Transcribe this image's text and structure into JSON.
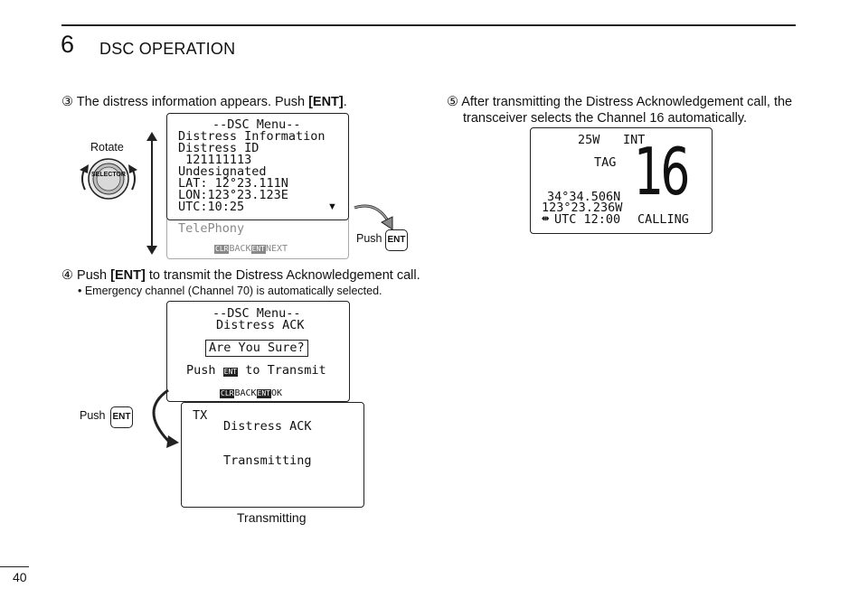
{
  "header": {
    "chapter_number": "6",
    "chapter_title": "DSC OPERATION"
  },
  "steps": {
    "s3": {
      "marker": "③",
      "text": "The distress information appears. Push ",
      "key": "[ENT]",
      "end": "."
    },
    "s4": {
      "marker": "④",
      "text_pre": "Push ",
      "key": "[ENT]",
      "text_post": " to transmit the Distress Acknowledgement call.",
      "note": "• Emergency channel (Channel 70) is automatically selected."
    },
    "s5": {
      "marker": "⑤",
      "line1": "After transmitting the Distress Acknowledgement call, the",
      "line2": "transceiver selects the Channel 16 automatically."
    }
  },
  "display1": {
    "lines": [
      "--DSC Menu--",
      "Distress Information",
      "Distress ID",
      " 121111113",
      "Undesignated",
      "LAT: 12°23.111N",
      "LON:123°23.123E",
      "UTC:10:25"
    ],
    "scroll_arrow": "▼",
    "faded_line": "TelePhony",
    "key1": "CLR",
    "key1_label": "BACK",
    "key2": "ENT",
    "key2_label": "NEXT"
  },
  "knob": {
    "rotate_label": "Rotate",
    "knob_label": "SELECTOR"
  },
  "push_label": "Push",
  "ent_key": "ENT",
  "display2": {
    "line1": "--DSC Menu--",
    "line2": "Distress ACK",
    "confirm": "Are You Sure?",
    "push_pre": "Push ",
    "push_key": "ENT",
    "push_post": " to Transmit",
    "key1": "CLR",
    "key1_label": "BACK",
    "key2": "ENT",
    "key2_label": "OK"
  },
  "display3": {
    "tx": "TX",
    "line1": "Distress ACK",
    "line2": "Transmitting"
  },
  "display3_caption": "Transmitting",
  "display4": {
    "power": "25W",
    "mode": "INT",
    "tag": "TAG",
    "channel": "16",
    "lat": "34°34.506N",
    "lon": "123°23.236W",
    "utc": "UTC 12:00",
    "status": "CALLING"
  },
  "footer": {
    "page_number": "40"
  }
}
